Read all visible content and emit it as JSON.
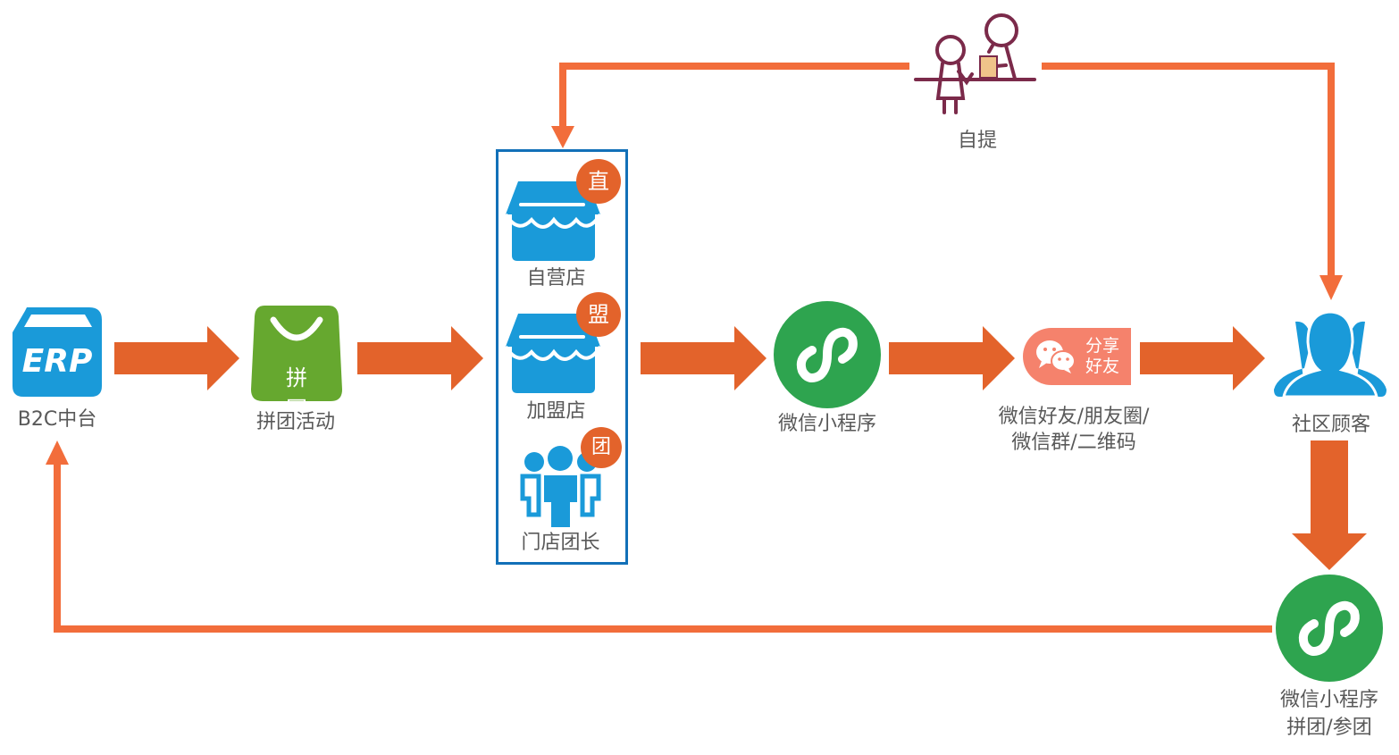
{
  "title": "社区拼团流程图",
  "colors": {
    "arrow_primary": "#e3632b",
    "arrow_line": "#f26d3b",
    "blue": "#1a9ad9",
    "green": "#2ea44f",
    "pintuan_green": "#66a82f",
    "share_bg": "#f5826c",
    "pickup_figure": "#7b2a4a",
    "box_border": "#1270b8",
    "text": "#595959"
  },
  "nodes": {
    "erp": {
      "icon": "erp-box-icon",
      "icon_text": "ERP",
      "label": "B2C中台"
    },
    "pintuan": {
      "icon": "shopping-bag-icon",
      "icon_text": "拼 团",
      "label": "拼团活动"
    },
    "stores": {
      "items": [
        {
          "icon": "storefront-icon",
          "badge": "直",
          "label": "自营店"
        },
        {
          "icon": "storefront-icon",
          "badge": "盟",
          "label": "加盟店"
        },
        {
          "icon": "group-people-icon",
          "badge": "团",
          "label": "门店团长"
        }
      ]
    },
    "miniprogram": {
      "icon": "wechat-miniprogram-icon",
      "label": "微信小程序"
    },
    "share": {
      "icon": "wechat-chat-icon",
      "icon_text_line1": "分享",
      "icon_text_line2": "好友",
      "label_line1": "微信好友/朋友圈/",
      "label_line2": "微信群/二维码"
    },
    "customers": {
      "icon": "users-icon",
      "label": "社区顾客"
    },
    "miniprogram_group": {
      "icon": "wechat-miniprogram-icon",
      "label_line1": "微信小程序",
      "label_line2": "拼团/参团"
    },
    "pickup": {
      "icon": "pickup-counter-icon",
      "label": "自提"
    }
  }
}
